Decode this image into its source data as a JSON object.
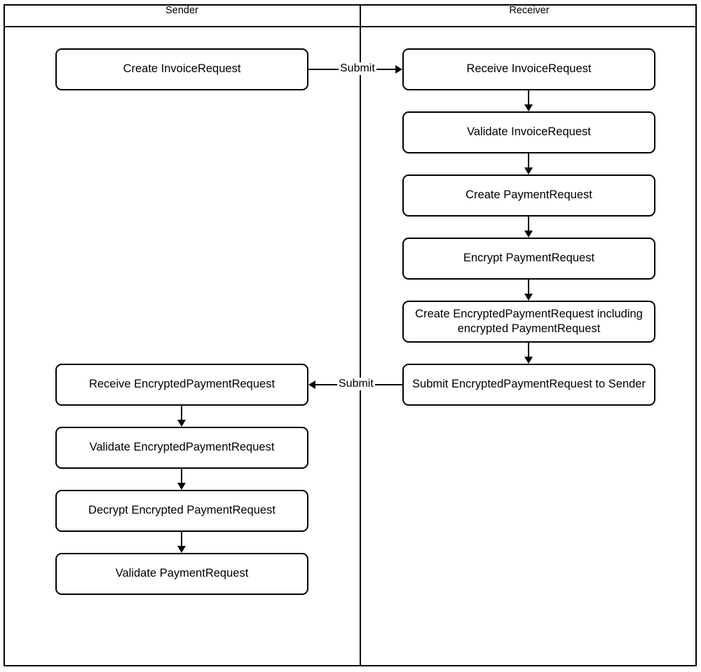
{
  "diagram": {
    "type": "swimlane-flowchart",
    "lanes": [
      {
        "id": "sender",
        "title": "Sender"
      },
      {
        "id": "receiver",
        "title": "Receiver"
      }
    ],
    "colors": {
      "background": "#ffffff",
      "stroke": "#000000",
      "text": "#000000"
    },
    "nodes": [
      {
        "id": "n1",
        "lane": "sender",
        "label": "Create InvoiceRequest"
      },
      {
        "id": "n2",
        "lane": "receiver",
        "label": "Receive InvoiceRequest"
      },
      {
        "id": "n3",
        "lane": "receiver",
        "label": "Validate InvoiceRequest"
      },
      {
        "id": "n4",
        "lane": "receiver",
        "label": "Create PaymentRequest"
      },
      {
        "id": "n5",
        "lane": "receiver",
        "label": "Encrypt PaymentRequest"
      },
      {
        "id": "n6",
        "lane": "receiver",
        "label": "Create EncryptedPaymentRequest including encrypted PaymentRequest"
      },
      {
        "id": "n7",
        "lane": "receiver",
        "label": "Submit EncryptedPaymentRequest to Sender"
      },
      {
        "id": "n8",
        "lane": "sender",
        "label": "Receive EncryptedPaymentRequest"
      },
      {
        "id": "n9",
        "lane": "sender",
        "label": "Validate EncryptedPaymentRequest"
      },
      {
        "id": "n10",
        "lane": "sender",
        "label": "Decrypt Encrypted PaymentRequest"
      },
      {
        "id": "n11",
        "lane": "sender",
        "label": "Validate PaymentRequest"
      }
    ],
    "edges": [
      {
        "from": "n1",
        "to": "n2",
        "label": "Submit",
        "direction": "right"
      },
      {
        "from": "n2",
        "to": "n3",
        "label": "",
        "direction": "down"
      },
      {
        "from": "n3",
        "to": "n4",
        "label": "",
        "direction": "down"
      },
      {
        "from": "n4",
        "to": "n5",
        "label": "",
        "direction": "down"
      },
      {
        "from": "n5",
        "to": "n6",
        "label": "",
        "direction": "down"
      },
      {
        "from": "n6",
        "to": "n7",
        "label": "",
        "direction": "down"
      },
      {
        "from": "n7",
        "to": "n8",
        "label": "Submit",
        "direction": "left"
      },
      {
        "from": "n8",
        "to": "n9",
        "label": "",
        "direction": "down"
      },
      {
        "from": "n9",
        "to": "n10",
        "label": "",
        "direction": "down"
      },
      {
        "from": "n10",
        "to": "n11",
        "label": "",
        "direction": "down"
      }
    ],
    "flow_labels": {
      "submit_to_receiver": "Submit",
      "submit_to_sender": "Submit"
    }
  }
}
